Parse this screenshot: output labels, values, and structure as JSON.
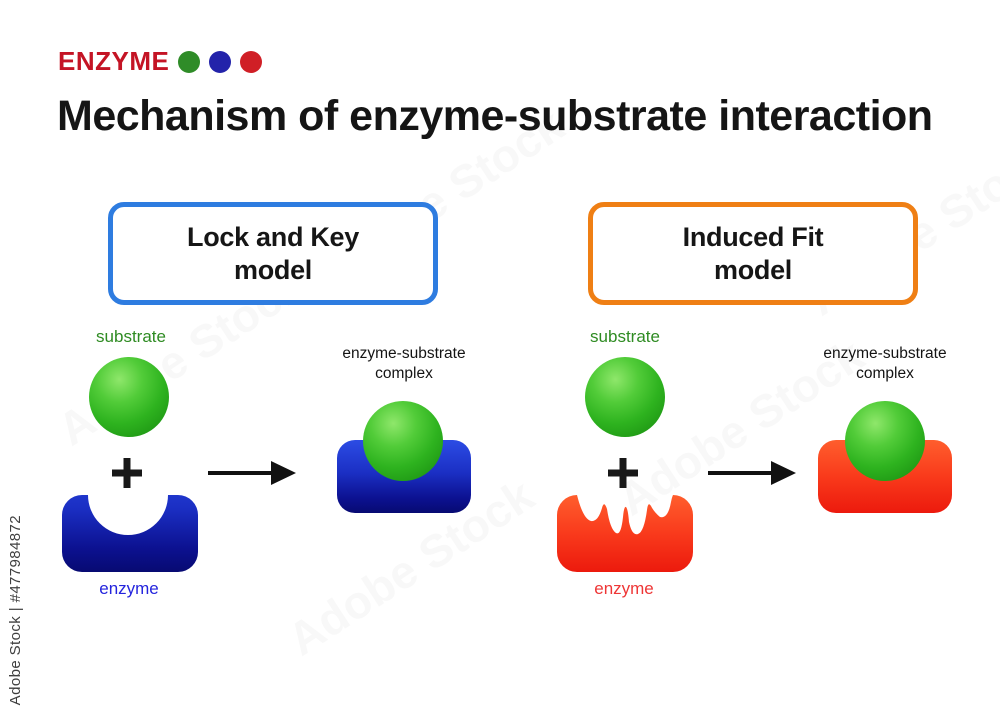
{
  "watermark": {
    "side_text": "Adobe Stock | #477984872",
    "ghost_text": "Adobe Stock"
  },
  "logo": {
    "text": "ENZYME",
    "dot_colors": [
      "#2f8c28",
      "#2323aa",
      "#d01f26"
    ]
  },
  "title": "Mechanism of enzyme-substrate interaction",
  "colors": {
    "lock_box_border": "#2e7ce0",
    "induced_box_border": "#ef7f14",
    "substrate_green": "#2eb31f",
    "substrate_label_green": "#2e8b22",
    "enzyme_blue": "#1b2fc4",
    "enzyme_red": "#f93a1b",
    "enzyme_label_blue": "#2424dd",
    "enzyme_label_red": "#ee3636",
    "text_black": "#151515"
  },
  "models": [
    {
      "name": "Lock and Key model",
      "label_line1": "Lock and Key",
      "label_line2": "model",
      "substrate_label": "substrate",
      "plus_sign": "+",
      "enzyme_label": "enzyme",
      "complex_label_line1": "enzyme-substrate",
      "complex_label_line2": "complex"
    },
    {
      "name": "Induced Fit model",
      "label_line1": "Induced Fit",
      "label_line2": "model",
      "substrate_label": "substrate",
      "plus_sign": "+",
      "enzyme_label": "enzyme",
      "complex_label_line1": "enzyme-substrate",
      "complex_label_line2": "complex"
    }
  ]
}
